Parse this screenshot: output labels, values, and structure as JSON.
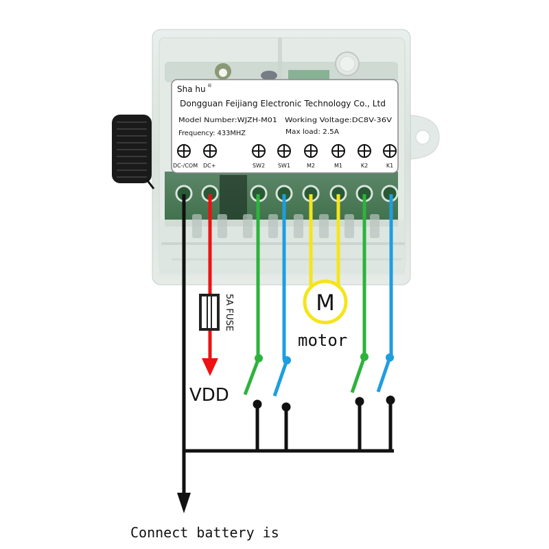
{
  "label_plate": {
    "brand": "Sha hu",
    "brand_mark": "®",
    "company": "Dongguan Feijiang Electronic Technology Co., Ltd",
    "model": "Model Number:WJZH-M01",
    "voltage": "Working Voltage:DC8V-36V",
    "frequency": "Frequency: 433MHZ",
    "max_load": "Max load: 2.5A",
    "terminals": [
      "DC-/COM",
      "DC+",
      "SW2",
      "SW1",
      "M2",
      "M1",
      "K2",
      "K1"
    ]
  },
  "wiring": {
    "fuse_label": "5A FUSE",
    "vdd_label": "VDD",
    "motor_symbol": "M",
    "motor_label": "motor",
    "battery_label": "Connect battery is"
  },
  "colors": {
    "black_wire": "#111111",
    "red_wire": "#ee1111",
    "green_wire": "#2db33c",
    "blue_wire": "#1e9ee0",
    "yellow_wire": "#f5e51a",
    "enclosure": "#dfe6e2",
    "pcb": "#2f6b3f"
  },
  "icons": {
    "terminal_screw": "circle-plus",
    "antenna": "coil-antenna",
    "switch": "open-switch",
    "arrow": "arrow-down"
  }
}
